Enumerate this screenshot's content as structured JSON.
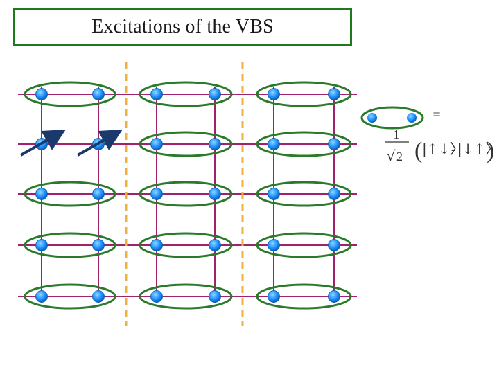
{
  "title": "Excitations of the VBS",
  "legend": {
    "equals": "=",
    "fraction_numerator": "1",
    "sqrt_symbol": "√",
    "fraction_denominator": "2",
    "state_open": "(",
    "ket_up_down": "|↑↓〉",
    "minus": "-",
    "ket_down_up": "|↓↑〉",
    "state_close": ")"
  },
  "colors": {
    "bond_line": "#a0226e",
    "dimer_ellipse": "#2a7a2a",
    "site": "#1e90ff",
    "arrow": "#1a3a6e",
    "dashed_line": "#f0b040",
    "title_border": "#1f7a1f"
  },
  "lattice": {
    "rows": 5,
    "columns": 6,
    "dimer_pairs": [
      [
        0,
        1
      ],
      [
        2,
        3
      ],
      [
        4,
        5
      ]
    ],
    "excited_dimer": {
      "row": 1,
      "pair": 0,
      "arrows": [
        "up-right",
        "up-right"
      ]
    },
    "dashed_domain_walls": 2
  }
}
